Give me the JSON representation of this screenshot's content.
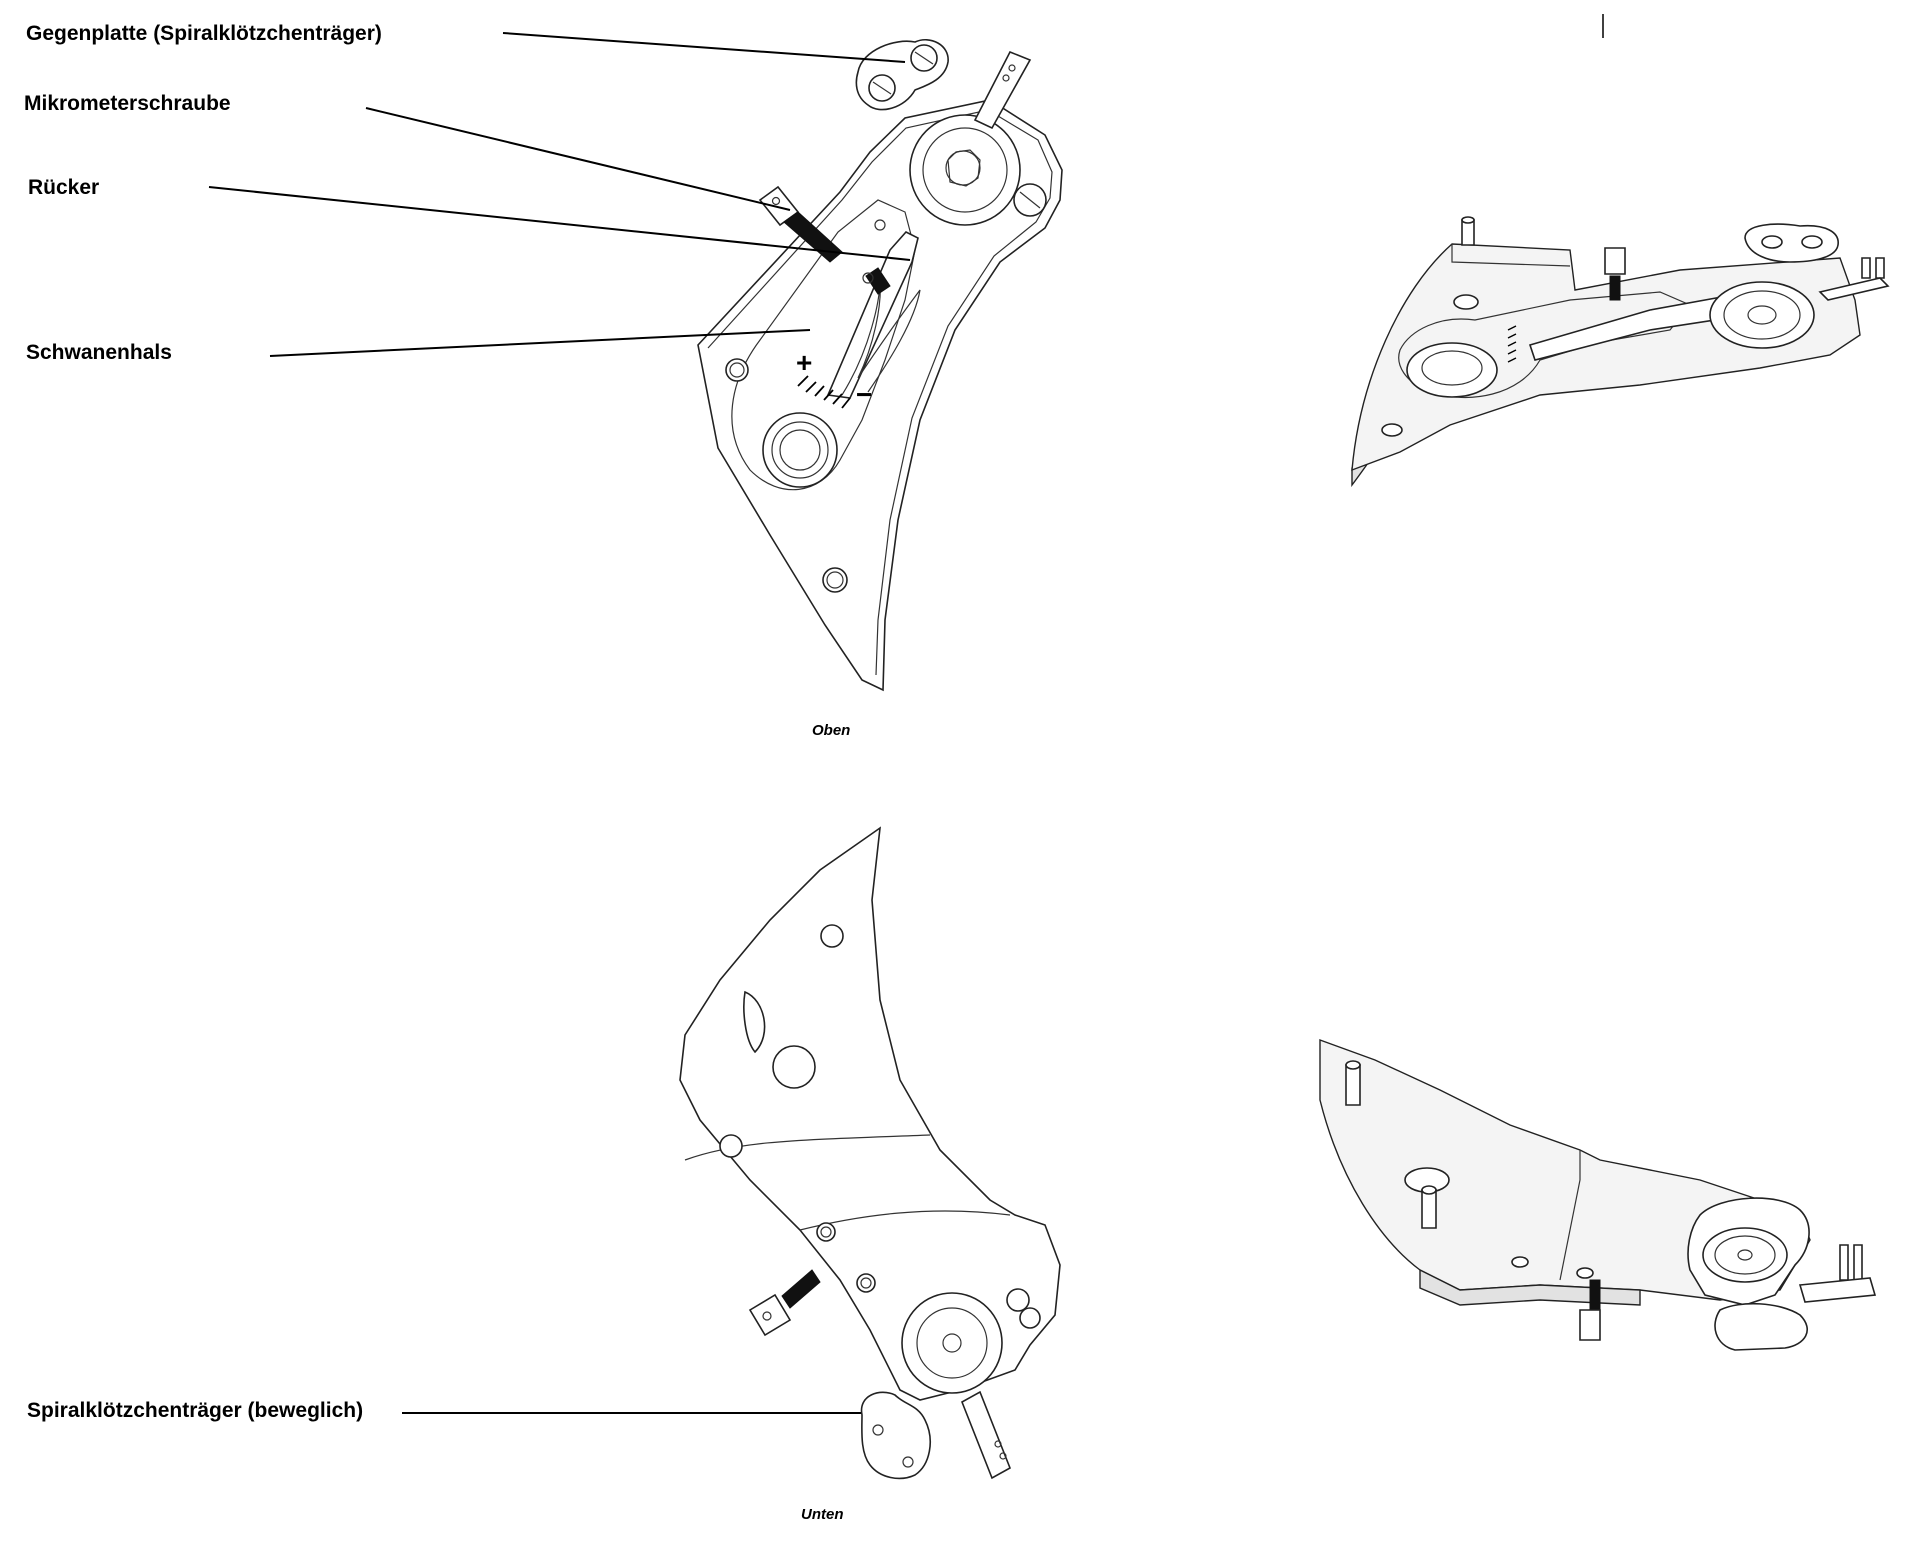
{
  "labels": {
    "gegenplatte": "Gegenplatte (Spiralklötzchenträger)",
    "mikrometerschraube": "Mikrometerschraube",
    "ruecker": "Rücker",
    "schwanenhals": "Schwanenhals",
    "spiralkloetzchentraeger": "Spiralklötzchenträger (beweglich)"
  },
  "captions": {
    "top": "Oben",
    "bottom": "Unten"
  },
  "scale_marks": {
    "plus": "+",
    "minus": "−"
  }
}
